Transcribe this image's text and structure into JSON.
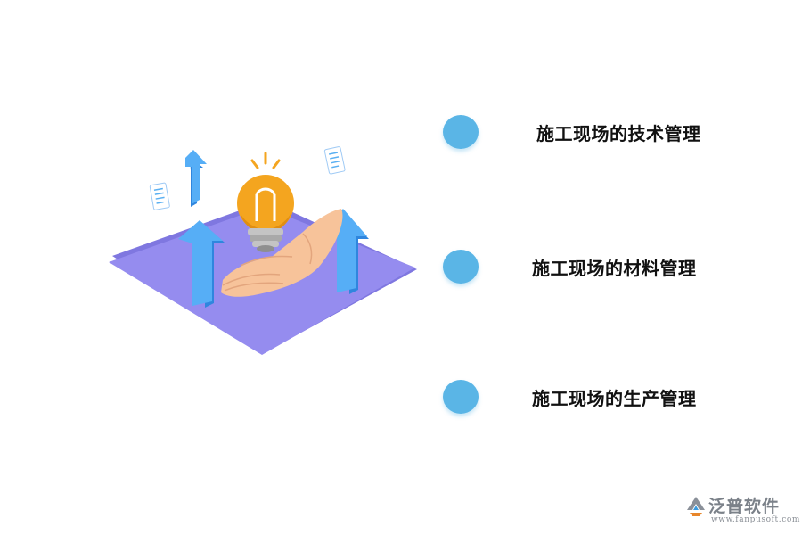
{
  "items": [
    {
      "label": "施工现场的技术管理",
      "color": "#5ab5e6"
    },
    {
      "label": "施工现场的材料管理",
      "color": "#5ab5e6"
    },
    {
      "label": "施工现场的生产管理",
      "color": "#5ab5e6"
    }
  ],
  "illustration": {
    "platform_color": "#9088ee",
    "arrow_color": "#4aa3f5",
    "bulb_color": "#f4a51f",
    "hand_color": "#f7c39a",
    "icons": [
      "up-arrow-icon",
      "lightbulb-icon",
      "hand-icon",
      "document-icon"
    ]
  },
  "brand": {
    "name": "泛普软件",
    "url": "www.fanpusoft.com",
    "icon": "fanpu-logo-icon",
    "color": "#7b8189"
  }
}
